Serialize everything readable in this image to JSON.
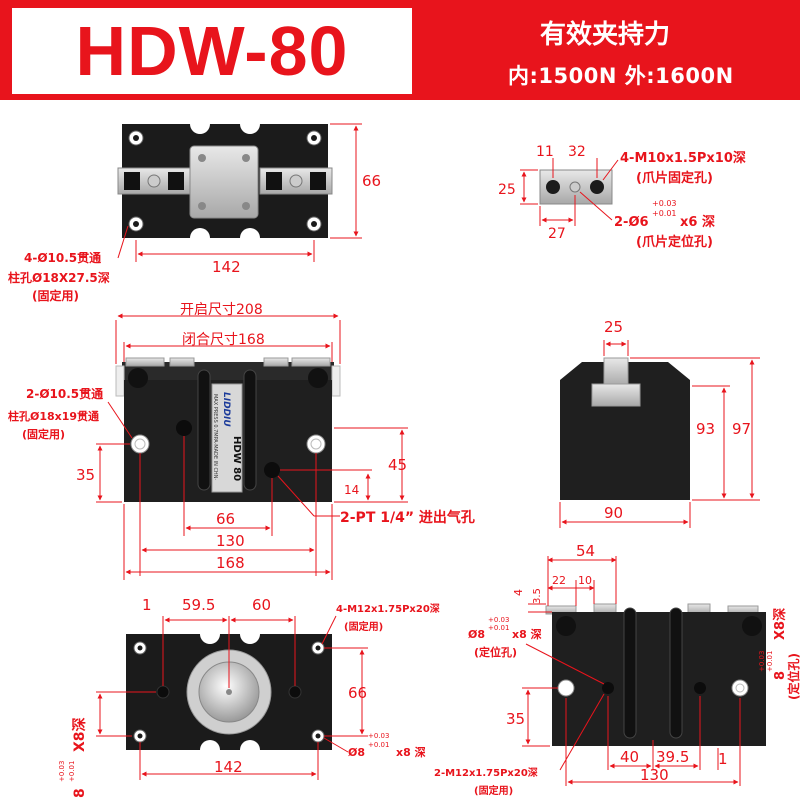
{
  "header": {
    "model": "HDW-80",
    "clamp_title": "有效夹持力",
    "clamp_values": "内:1500N  外:1600N",
    "accent_color": "#e8141c"
  },
  "top_view": {
    "dim_height": "66",
    "dim_width": "142",
    "note_hole_1": "4-Ø10.5贯通",
    "note_hole_2": "柱孔Ø18X27.5深",
    "note_hole_3": "(固定用)"
  },
  "jaw_detail": {
    "dim_11": "11",
    "dim_32": "32",
    "dim_25": "25",
    "dim_27": "27",
    "thread_note": "4-M10x1.5Px10深",
    "thread_sub": "(爪片固定孔)",
    "pin_prefix": "2-Ø6",
    "pin_tol_plus": "+0.03",
    "pin_tol_minus": "+0.01",
    "pin_suffix": "x6  深",
    "pin_sub": "(爪片定位孔)"
  },
  "front_view": {
    "open_size": "开启尺寸208",
    "close_size": "闭合尺寸168",
    "hole_note_1": "2-Ø10.5贯通",
    "hole_note_2": "柱孔Ø18x19贯通",
    "hole_note_3": "(固定用)",
    "dim_35": "35",
    "dim_45": "45",
    "dim_14": "14",
    "dim_66": "66",
    "dim_130": "130",
    "dim_168": "168",
    "port_note": "2-PT 1/4” 进出气孔",
    "brand": "LIDDIU",
    "label_model": "HDW 80",
    "label_small": "MAX PRESS 0.7MPA·MADE IN CHN·"
  },
  "side_view": {
    "dim_25": "25",
    "dim_93": "93",
    "dim_97": "97",
    "dim_90": "90"
  },
  "bottom_view": {
    "dim_1": "1",
    "dim_59_5": "59.5",
    "dim_60": "60",
    "thread_note": "4-M12x1.75Px20深",
    "thread_sub": "(固定用)",
    "dim_66": "66",
    "dim_142": "142",
    "pin_prefix": "Ø8",
    "pin_tol_plus": "+0.03",
    "pin_tol_minus": "+0.01",
    "pin_suffix": "x8 深",
    "left_note": "8",
    "left_note_tail": "X8深"
  },
  "right_view": {
    "dim_54": "54",
    "dim_4": "4",
    "dim_3_5": "3.5",
    "dim_22": "22",
    "dim_10": "10",
    "pin_prefix": "Ø8",
    "pin_suffix": "x8 深",
    "pin_tol_plus": "+0.03",
    "pin_tol_minus": "+0.01",
    "pin_sub": "(定位孔)",
    "right_note": "8",
    "right_note_tail": "X8深",
    "right_sub": "(定位孔)",
    "dim_35": "35",
    "dim_40": "40",
    "dim_39_5": "39.5",
    "dim_1": "1",
    "dim_130": "130",
    "thread_note": "2-M12x1.75Px20深",
    "thread_sub": "(固定用)"
  }
}
